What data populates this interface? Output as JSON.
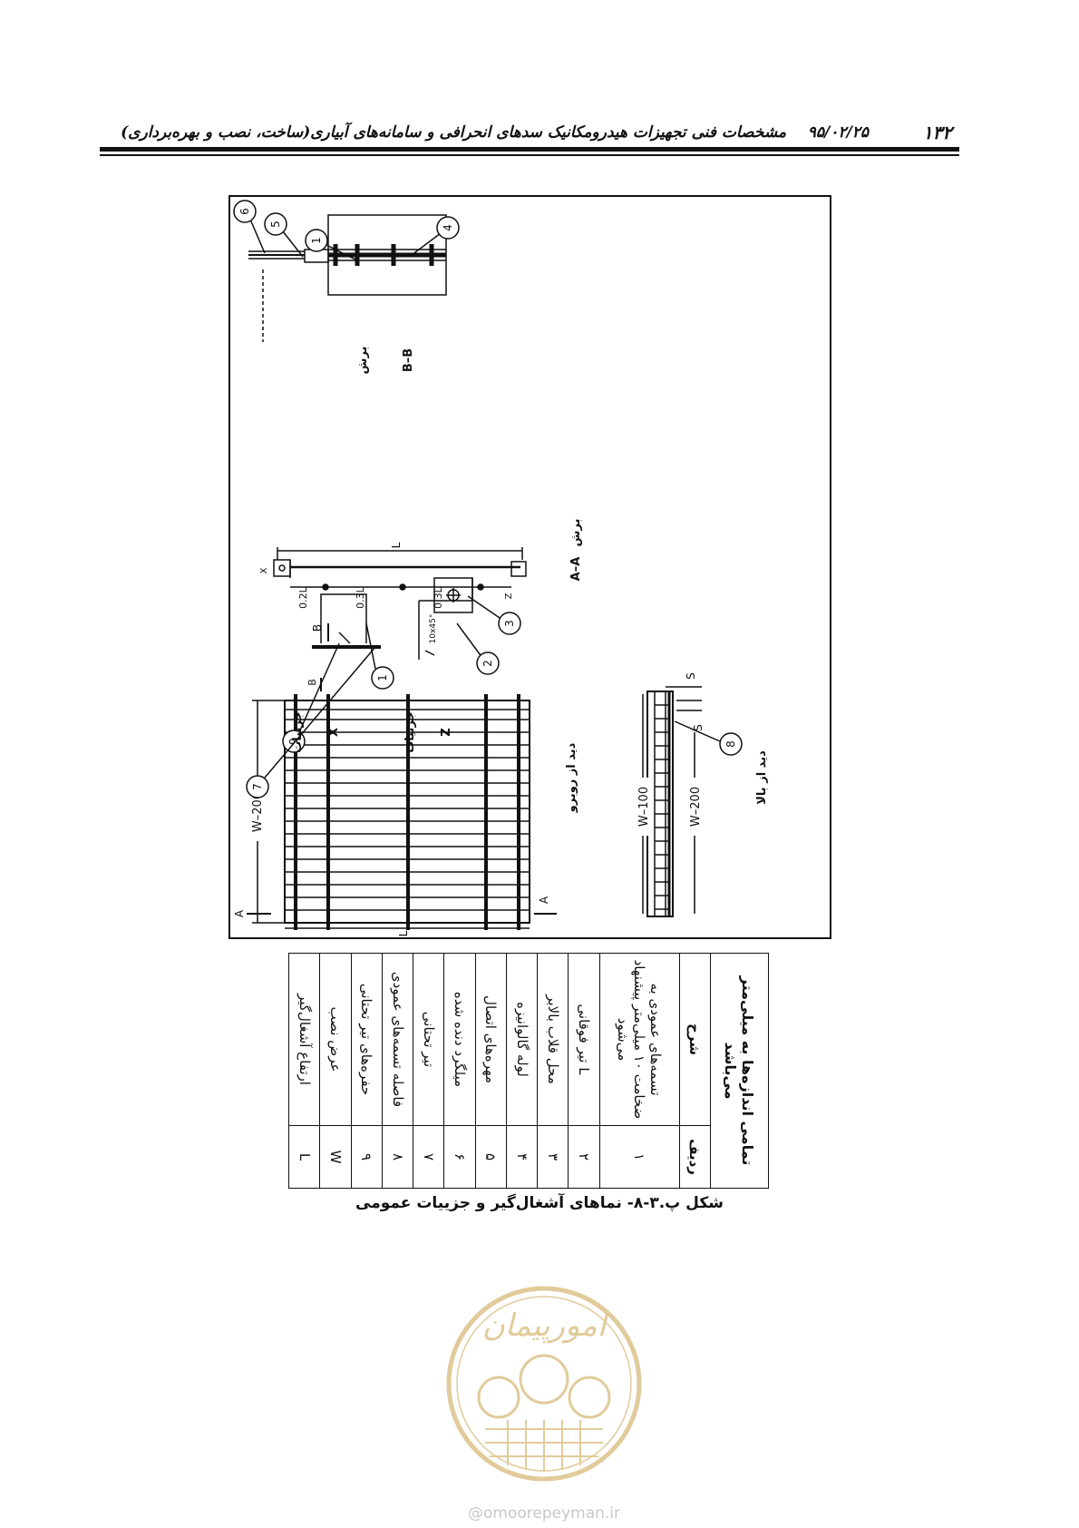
{
  "header": {
    "page_number": "۱۳۲",
    "date": "۹۵/۰۲/۲۵",
    "title": "مشخصات فنی تجهیزات هیدرومکانیک سدهای انحرافی و سامانه‌های آبیاری(ساخت، نصب و بهره‌برداری)"
  },
  "drawing": {
    "dims": {
      "w200": "W–200",
      "w100": "W–100",
      "l": "L",
      "s": "S",
      "l02": "0.2L",
      "l03": "0.3L",
      "bevel": "10x45°"
    },
    "marks": {
      "a": "A",
      "b": "B",
      "x": "X",
      "z": "Z"
    },
    "labels": {
      "front_view": "دید از روبرو",
      "top_view": "دید از بالا",
      "section_aa_letters": "A–A",
      "section_aa_word": "برش",
      "section_bb_letters": "B–B",
      "section_bb_word": "برش",
      "detail_z_word": "جزئیات",
      "detail_z_letter": "Z",
      "detail_x_word": "جزئیات",
      "detail_x_letter": "X"
    },
    "callouts": [
      "1",
      "2",
      "3",
      "4",
      "5",
      "6",
      "7",
      "8",
      "9"
    ]
  },
  "legend_table": {
    "title": "تمامی اندازه‌ها به میلی‌متر می‌باشد",
    "col_row": "ردیف",
    "col_desc": "شرح",
    "rows": [
      {
        "n": "۱",
        "desc": "تسمه‌های عمودی به ضخامت ۱۰ میلی‌متر پیشنهاد می‌شود"
      },
      {
        "n": "۲",
        "desc": "L تیر فوقانی"
      },
      {
        "n": "۳",
        "desc": "محل قلاب بالابر"
      },
      {
        "n": "۴",
        "desc": "لوله گالوانیزه"
      },
      {
        "n": "۵",
        "desc": "مهره‌های اتصال"
      },
      {
        "n": "۶",
        "desc": "میلگرد دنده شده"
      },
      {
        "n": "۷",
        "desc": "تیر تحتانی"
      },
      {
        "n": "۸",
        "desc": "فاصله تسمه‌های عمودی"
      },
      {
        "n": "۹",
        "desc": "حفره‌های تیر تحتانی"
      },
      {
        "n": "W",
        "desc": "عرض نصب"
      },
      {
        "n": "L",
        "desc": "ارتفاع آشغال‌گیر"
      }
    ]
  },
  "caption": "شکل پ.۳-۸- نماهای آشغال‌گیر و جزییات عمومی",
  "watermark": {
    "brand": "امورپیمان",
    "url": "@omoorepeyman.ir",
    "accent": "#c9a24a"
  }
}
